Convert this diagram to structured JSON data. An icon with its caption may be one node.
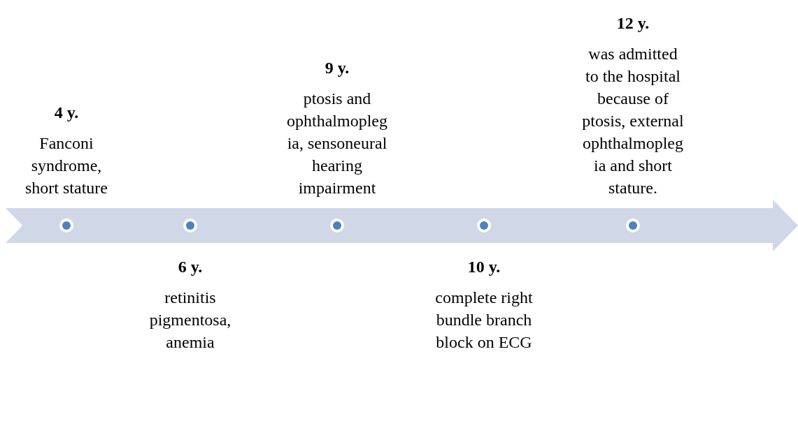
{
  "diagram": {
    "nodes": [
      {
        "text": [
          "4 y.",
          "Fanconi syndrome, short stature"
        ]
      },
      {
        "text": [
          "6 y.",
          "retinitis pigmentosa, anemia"
        ]
      },
      {
        "text": [
          "9 y.",
          "ptosis and ophthalmoplegia, sensoneural hearing impairment"
        ]
      },
      {
        "text": [
          "10 y.",
          "complete right bundle branch block on ECG"
        ]
      },
      {
        "text": [
          "12 y.",
          "was admitted to the hospital because of ptosis, external ophthalmoplegia and short stature."
        ]
      }
    ]
  }
}
